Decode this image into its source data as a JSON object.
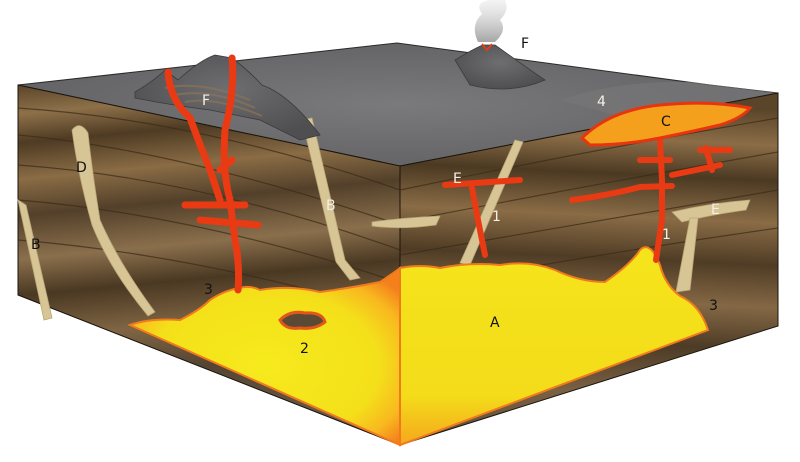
{
  "labels": {
    "A": "A",
    "B_left": "B",
    "B_mid": "B",
    "C": "C",
    "D": "D",
    "E_left": "E",
    "E_right": "E",
    "F_left": "F",
    "F_right": "F",
    "n1_left": "1",
    "n1_right": "1",
    "n2": "2",
    "n3_left": "3",
    "n3_right": "3",
    "n4": "4"
  },
  "colors": {
    "magma_core": "#f4e21a",
    "magma_edge": "#f7a21d",
    "lava": "#ee3c14",
    "lava_outline": "#b81d08",
    "dike": "#d9c79a",
    "surface": "#6b6b6d",
    "strata_dark": "#4a3820",
    "strata_light": "#8a6d48"
  }
}
